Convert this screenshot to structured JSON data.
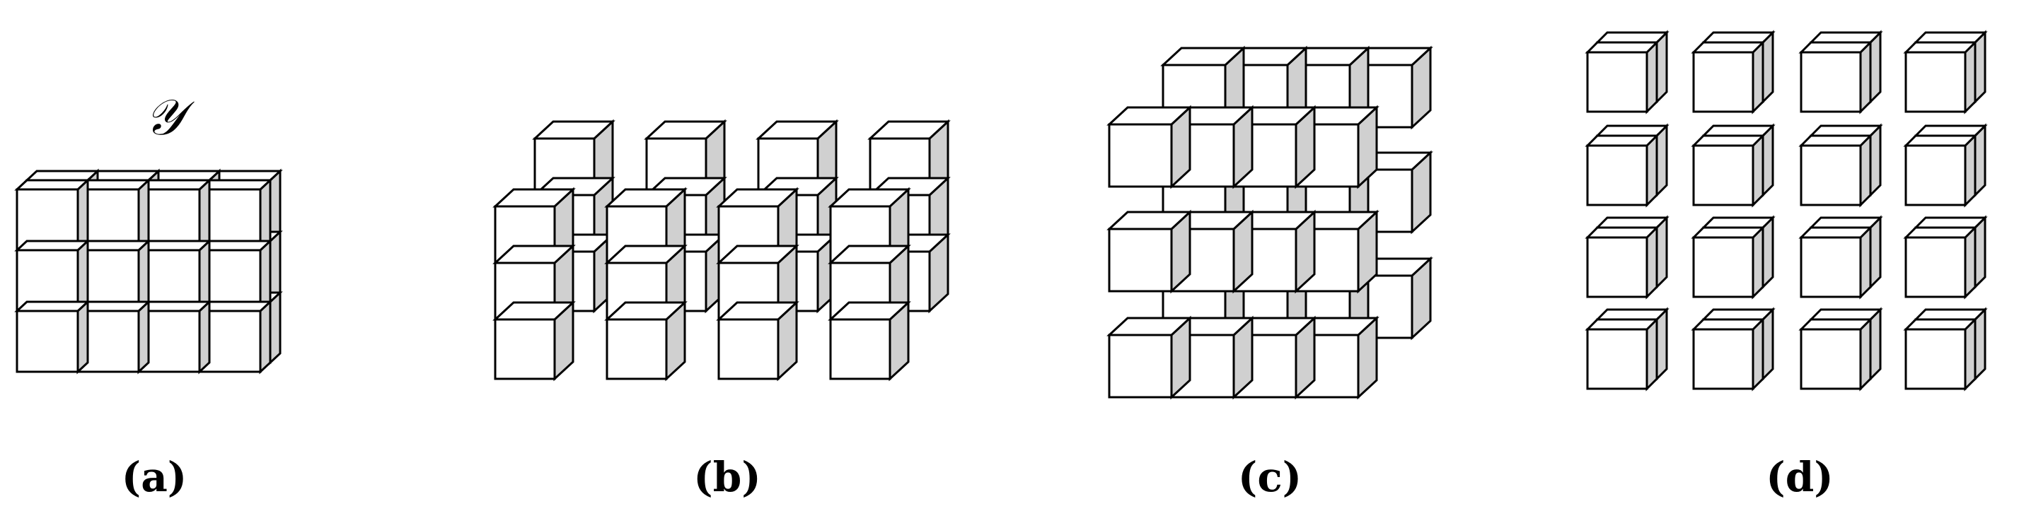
{
  "figure": {
    "tensor_symbol": "𝒴",
    "panels": [
      {
        "id": "a",
        "label": "(a)"
      },
      {
        "id": "b",
        "label": "(b)"
      },
      {
        "id": "c",
        "label": "(c)"
      },
      {
        "id": "d",
        "label": "(d)"
      }
    ]
  },
  "colors": {
    "face": "#ffffff",
    "top": "#ffffff",
    "side": "#d0d0d0",
    "stroke": "#000000",
    "label": "#000000"
  }
}
